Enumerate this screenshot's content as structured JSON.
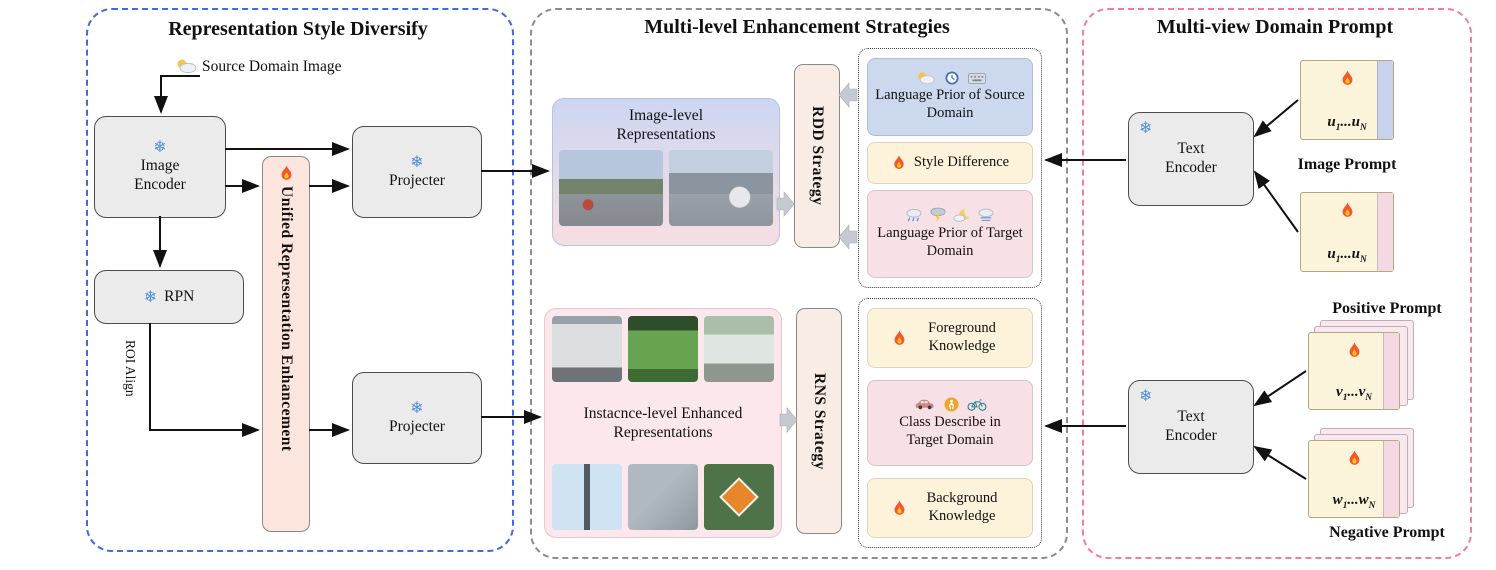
{
  "panels": {
    "left": {
      "title": "Representation Style Diversify",
      "source_label": "Source Domain Image",
      "image_encoder": "Image Encoder",
      "rpn": "RPN",
      "roi_align": "ROI Align",
      "ure": "Unified Representation Enhancement",
      "projecter_top": "Projecter",
      "projecter_bottom": "Projecter"
    },
    "middle": {
      "title": "Multi-level Enhancement Strategies",
      "image_level_label": "Image-level Representations",
      "rdd": "RDD Strategy",
      "rns": "RNS Strategy",
      "instance_label": "Instacnce-level Enhanced Representations",
      "top_items": [
        {
          "label": "Language Prior of Source Domain",
          "icons": [
            "sun-cloud-icon",
            "clock-icon",
            "keyboard-icon"
          ]
        },
        {
          "label": "Style Difference",
          "icons": [
            "flame-icon"
          ]
        },
        {
          "label": "Language Prior of Target Domain",
          "icons": [
            "rain-cloud-icon",
            "storm-cloud-icon",
            "moon-cloud-icon",
            "snow-cloud-icon"
          ]
        }
      ],
      "bottom_items": [
        {
          "label": "Foreground Knowledge",
          "icons": [
            "flame-icon"
          ]
        },
        {
          "label": "Class Describe in Target Domain",
          "icons": [
            "car-icon",
            "pedestrian-icon",
            "bicycle-icon"
          ]
        },
        {
          "label": "Background Knowledge",
          "icons": [
            "flame-icon"
          ]
        }
      ]
    },
    "right": {
      "title": "Multi-view Domain Prompt",
      "text_encoder_top": "Text Encoder",
      "text_encoder_bottom": "Text Encoder",
      "image_prompt_label": "Image Prompt",
      "positive_prompt_label": "Positive Prompt",
      "negative_prompt_label": "Negative Prompt",
      "prompts": {
        "u": {
          "v": "u",
          "s1": "1",
          "dots": "...",
          "s2": "N"
        },
        "v": {
          "v": "v",
          "s1": "1",
          "dots": "...",
          "s2": "N"
        },
        "w": {
          "v": "w",
          "s1": "1",
          "dots": "...",
          "s2": "N"
        }
      }
    }
  },
  "icons": {
    "snowflake-icon": {
      "glyph": "❄",
      "color": "#4f8fd6"
    },
    "flame-icon": {
      "shape": "flame",
      "color": "#f2572d"
    },
    "sun-cloud-icon": {
      "shape": "sun-behind-cloud"
    },
    "clock-icon": {
      "shape": "clock"
    },
    "keyboard-icon": {
      "shape": "keyboard"
    },
    "rain-cloud-icon": {
      "shape": "rain-cloud"
    },
    "storm-cloud-icon": {
      "shape": "storm-cloud"
    },
    "moon-cloud-icon": {
      "shape": "moon-cloud"
    },
    "snow-cloud-icon": {
      "shape": "snow-wind-cloud"
    },
    "car-icon": {
      "shape": "car"
    },
    "pedestrian-icon": {
      "shape": "pedestrian-circle"
    },
    "bicycle-icon": {
      "shape": "bicycle"
    }
  },
  "colors": {
    "left_border": "#3f6ae0",
    "middle_border": "#8c8c8c",
    "right_border": "#ee7f9d",
    "node_fill": "#ebebeb",
    "ure_fill": "#fbe5dc",
    "strategy_fill": "#f9ece4",
    "image_level_fill_top": "#ccd6f2",
    "image_level_fill_bottom": "#f6dfe3",
    "instance_fill": "#fbe7ec",
    "blue_item": "#ccd8ee",
    "yellow_item": "#fcf3da",
    "pink_item": "#f8e0e7",
    "card_fill": "#fcf4da"
  }
}
